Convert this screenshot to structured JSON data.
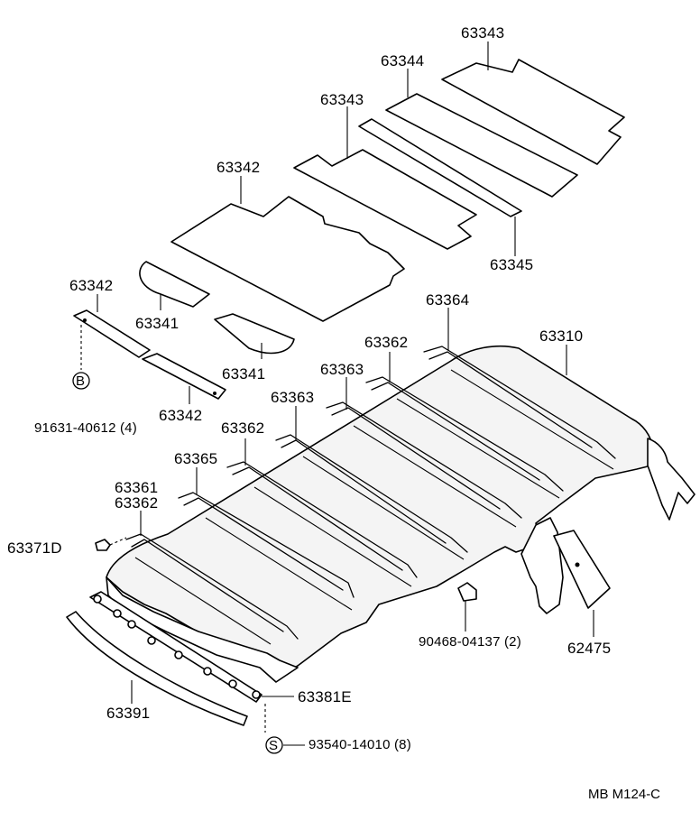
{
  "diagram": {
    "code": "MB  M124-C",
    "parts": {
      "p63343_top": "63343",
      "p63344": "63344",
      "p63343_mid": "63343",
      "p63345": "63345",
      "p63342_big": "63342",
      "p63342_left": "63342",
      "p63341_a": "63341",
      "p63341_b": "63341",
      "p63342_strip": "63342",
      "p91631": "91631-40612 (4)",
      "p63364": "63364",
      "p63310": "63310",
      "p63362_a": "63362",
      "p63363_a": "63363",
      "p63363_b": "63363",
      "p63362_b": "63362",
      "p63365": "63365",
      "p63361": "63361",
      "p63362_c": "63362",
      "p63371D": "63371D",
      "p90468": "90468-04137 (2)",
      "p62475": "62475",
      "p63381E": "63381E",
      "p63391": "63391",
      "p93540": "93540-14010 (8)"
    },
    "callouts": {
      "B": "B",
      "S": "S"
    }
  }
}
